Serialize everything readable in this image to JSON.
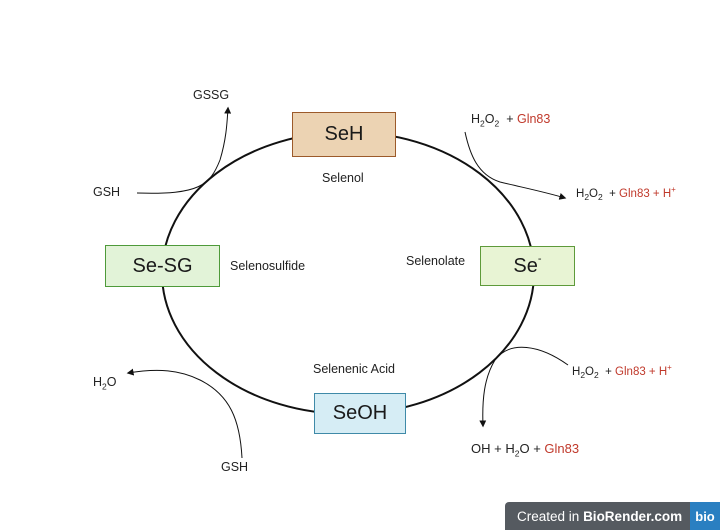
{
  "boxes": {
    "selenol_box": "SeH",
    "selenolate_box_base": "Se",
    "selenolate_box_charge": "-",
    "selenosulfide_box": "Se-SG",
    "selenenic_box": "SeOH"
  },
  "labels": {
    "selenol": "Selenol",
    "selenolate": "Selenolate",
    "selenosulfide": "Selenosulfide",
    "selenenic_acid": "Selenenic Acid"
  },
  "reagents": {
    "gssg": "GSSG",
    "gsh_top": "GSH",
    "gsh_bottom": "GSH",
    "h2o_left": {
      "h": "H",
      "sub": "2",
      "o": "O"
    },
    "top_right_in": {
      "h": "H",
      "sub2": "2",
      "o": "O",
      "sub2b": "2",
      "plus": "+",
      "gln": "Gln83"
    },
    "top_right_out": {
      "h": "H",
      "sub2": "2",
      "o": "O",
      "sub2b": "2",
      "plus": "+",
      "gln": "Gln83 + H",
      "charge": "+"
    },
    "bottom_right_in": {
      "h": "H",
      "sub2": "2",
      "o": "O",
      "sub2b": "2",
      "plus": "+",
      "gln": "Gln83 + H",
      "charge": "+"
    },
    "bottom_right_out": {
      "oh": "OH +",
      "h": "H",
      "sub2": "2",
      "o": "O +",
      "gln": "Gln83"
    }
  },
  "watermark": {
    "created_in": "Created in",
    "brand": "BioRender.com",
    "logo": "bio"
  },
  "colors": {
    "accent_red": "#c0392b",
    "stroke": "#111111"
  }
}
